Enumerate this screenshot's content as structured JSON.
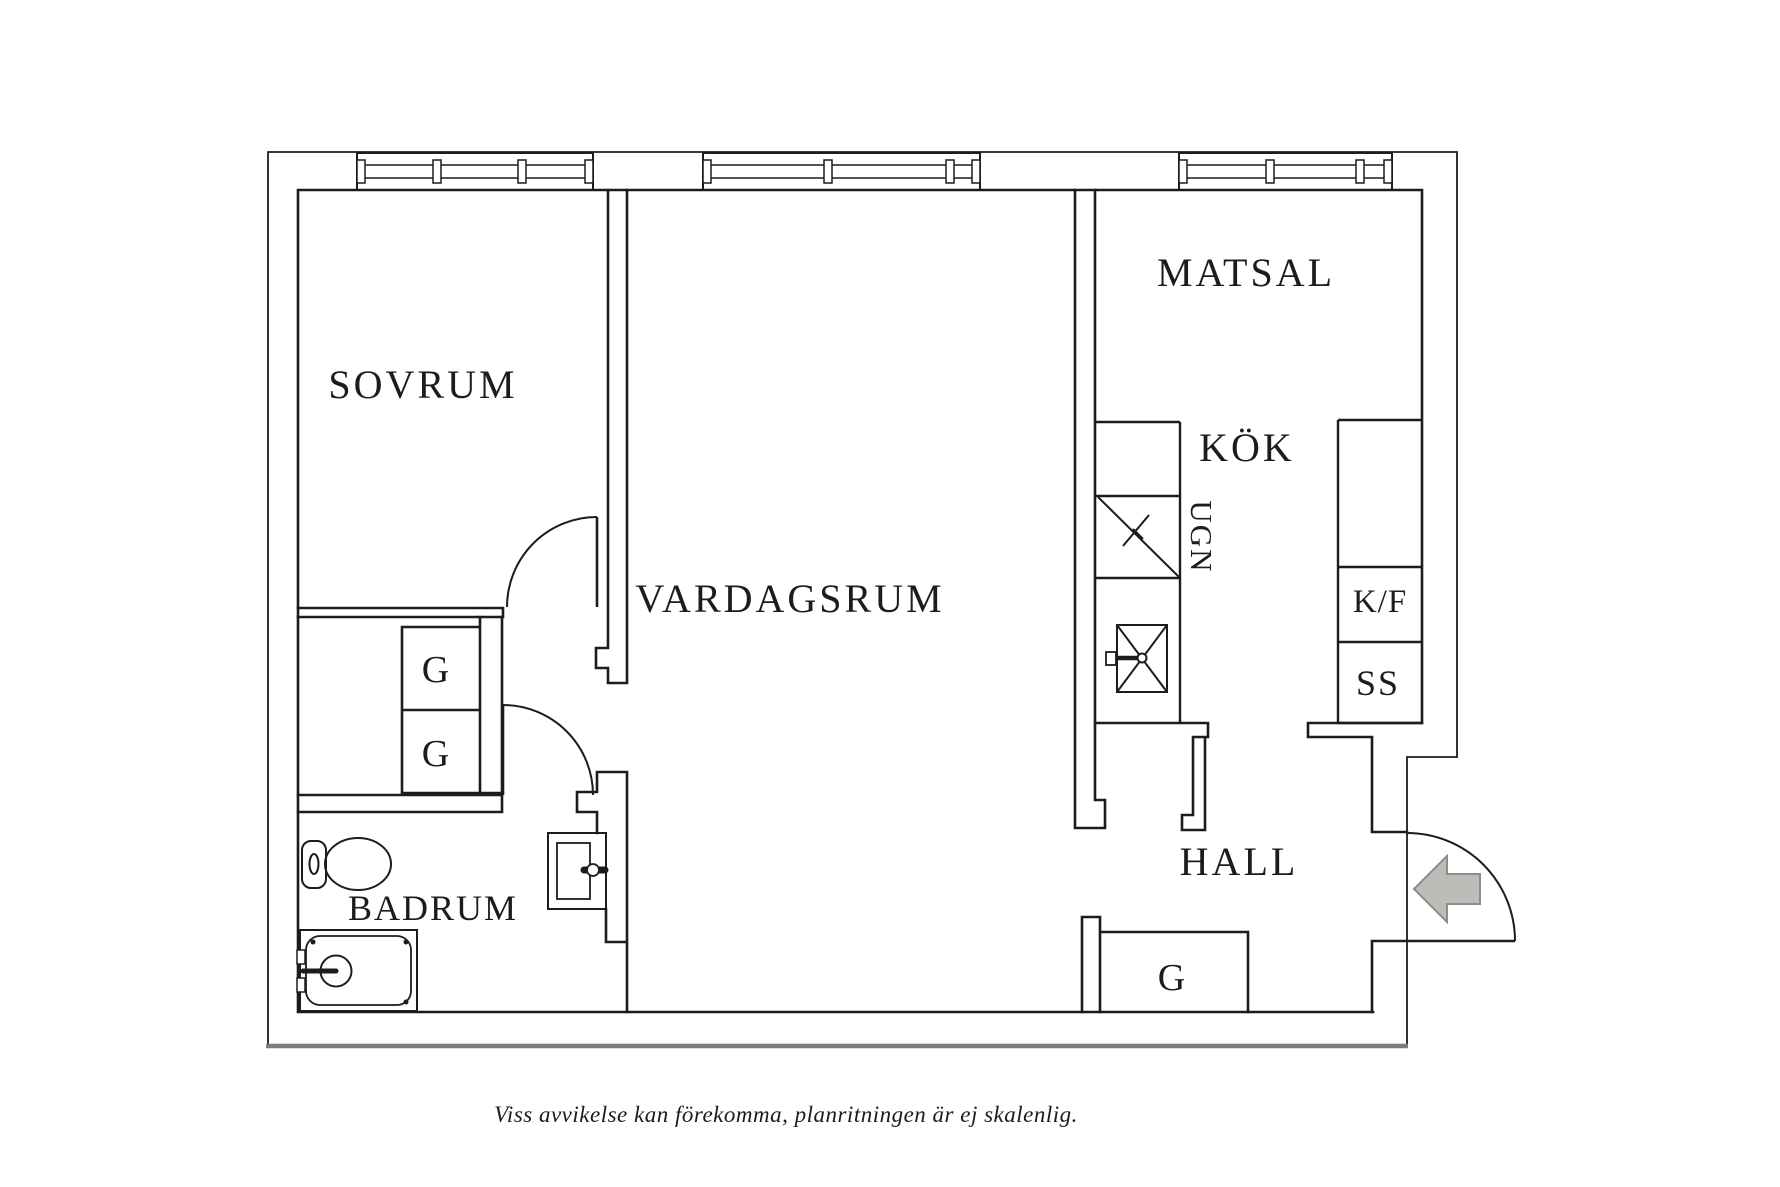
{
  "floor_plan": {
    "rooms": {
      "sovrum": "SOVRUM",
      "vardagsrum": "VARDAGSRUM",
      "matsal": "MATSAL",
      "kok": "KÖK",
      "hall": "HALL",
      "badrum": "BADRUM"
    },
    "fixtures": {
      "wardrobe_1": "G",
      "wardrobe_2": "G",
      "wardrobe_hall": "G",
      "fridge_freezer": "K/F",
      "cabinet_ss": "SS",
      "oven": "UGN"
    },
    "caption": "Viss avvikelse kan förekomma, planritningen är ej skalenlig.",
    "colors": {
      "wall": "#1c1c1c",
      "outer_bottom": "#7d7d7d",
      "arrow_fill": "#bcbcb8",
      "arrow_stroke": "#8c8c88",
      "background": "#ffffff"
    }
  }
}
